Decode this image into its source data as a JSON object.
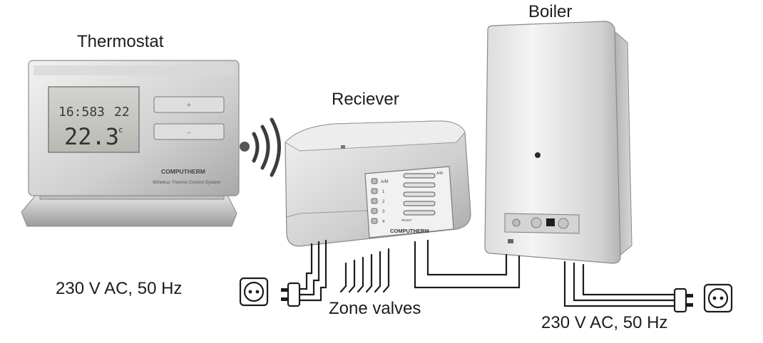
{
  "labels": {
    "thermostat": "Thermostat",
    "receiver": "Reciever",
    "boiler": "Boiler",
    "power_left": "230 V AC, 50 Hz",
    "power_right": "230 V AC, 50 Hz",
    "zone_valves": "Zone valves"
  },
  "thermostat": {
    "display_time": "16:58",
    "display_program": "3",
    "display_setpoint": "22",
    "display_room_temp": "22.3",
    "display_unit": "c",
    "button_plus": "+",
    "button_minus": "–",
    "brand": "COMPUTHERM",
    "tagline": "Wireless Thermo Control System"
  },
  "receiver": {
    "brand": "COMPUTHERM",
    "channel_a_m": "A/M",
    "channels": [
      "1",
      "2",
      "3",
      "4"
    ],
    "reset": "RESET"
  },
  "colors": {
    "wire": "#1c1c1c",
    "device_light": "#e6e6e6",
    "device_shadow": "#9a9a9a"
  }
}
